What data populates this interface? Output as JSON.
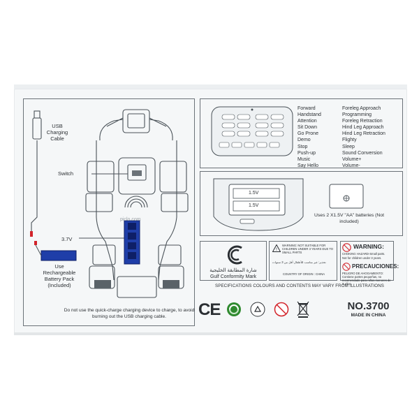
{
  "left_panel": {
    "usb_label": "USB Charging Cable",
    "switch_label": "Switch",
    "voltage_label": "3.7V",
    "battery_label": "Use Rechargeable Battery Pack (Included)",
    "watermark": "piclo.com",
    "warning": "Do not use the quick-charge charging device to charge, to avoid burning out the USB charging cable."
  },
  "remote": {
    "buttons": [
      "Forward",
      "Programming",
      "Handstand",
      "Attention",
      "Sit Down",
      "Go Prone",
      "Demo",
      "Stop",
      "Push-up",
      "Music",
      "Say Hello",
      "Flighty"
    ]
  },
  "commands": [
    {
      "left": "Forward",
      "right": "Foreleg Approach"
    },
    {
      "left": "Handstand",
      "right": "Programming"
    },
    {
      "left": "Attention",
      "right": "Foreleg Retraction"
    },
    {
      "left": "Sit Down",
      "right": "Hind Leg Approach"
    },
    {
      "left": "Go Prone",
      "right": "Hind Leg Retraction"
    },
    {
      "left": "Demo",
      "right": "Flighty"
    },
    {
      "left": "Stop",
      "right": "Sleep"
    },
    {
      "left": "Push-up",
      "right": "Sound Conversion"
    },
    {
      "left": "Music",
      "right": "Volume+"
    },
    {
      "left": "Say Hello",
      "right": "Volume-"
    }
  ],
  "battery_compartment": {
    "cells": [
      "1.5V",
      "1.5V"
    ],
    "note": "Uses 2 X1.5V \"AA\" batteries (Not included)"
  },
  "gulf_mark": {
    "arabic": "شارة المطابقة الخليجية",
    "english": "Gulf Conformity Mark"
  },
  "warning_box_mid": {
    "title": "WARNING: NOT SUITABLE FOR CHILDREN UNDER 3 YEARS DUE TO SMALL PARTS",
    "arabic": "تحذير: غير مناسب للأطفال أقل من 3 سنوات",
    "origin": "COUNTRY OF ORIGIN : CHINA"
  },
  "warning_box_right": {
    "title": "WARNING:",
    "line1": "CHOKING HAZARD-Small parts.",
    "line2": "Not for children under 3 years.",
    "pre_title": "PRECAUCIONES:",
    "pre_line": "PELIGRO DE AHOGAMIENTO: Contiene partes pequeñas, no recomendado para niños menores de 3 años."
  },
  "spec_line": "SPECIFICATIONS COLOURS AND CONTENTS MAY VARY FROM ILLUSTRATIONS",
  "model_number": "NO.3700",
  "made_in": "MADE IN CHINA",
  "icons": [
    "ce-mark",
    "green-dot",
    "recycle-symbol",
    "no-under-3-icon",
    "weee-bin-icon",
    "gulf-mark-logo"
  ],
  "colors": {
    "background": "#f5f7f8",
    "line": "#6b7278",
    "battery_blue": "#1f3ea8",
    "accent_red": "#d2232a",
    "green_dot": "#2f8a2f"
  }
}
